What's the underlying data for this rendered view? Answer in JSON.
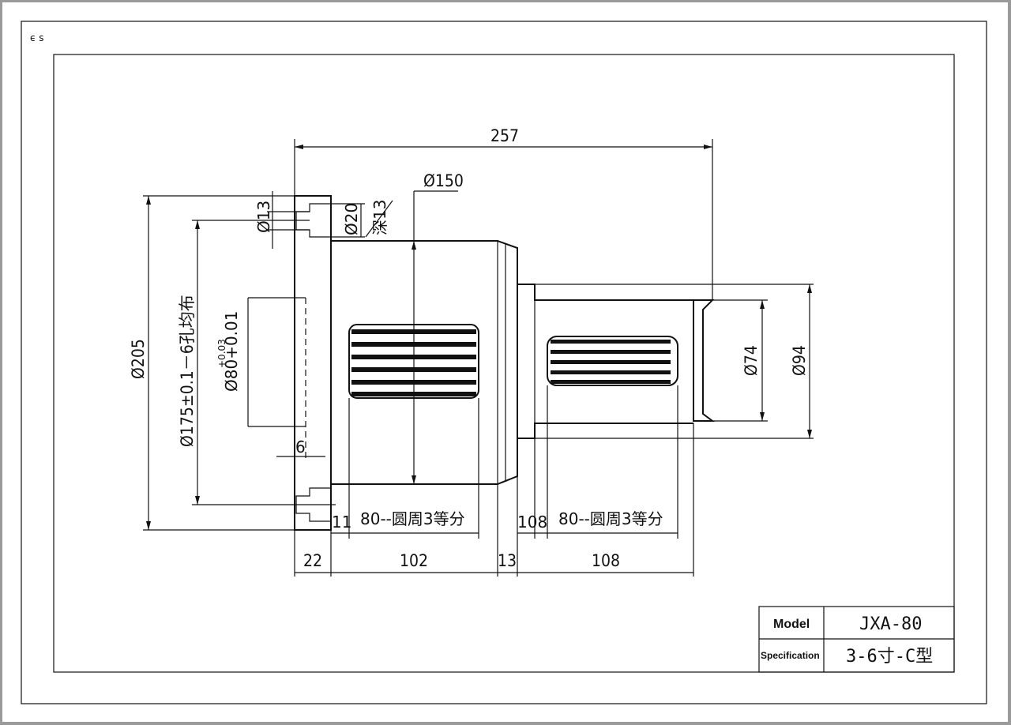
{
  "drawing": {
    "corner_mark": "ϵ s",
    "dimensions": {
      "overall_length": "257",
      "flange_diameter": "Ø150",
      "hole_diameter": "Ø13",
      "counterbore_diameter": "Ø20",
      "counterbore_depth": "深13",
      "outer_diameter": "Ø205",
      "bolt_circle": "Ø175±0.1－6孔均布",
      "pilot_tolerance_upper": "+0.03",
      "pilot_diameter": "Ø80+0.01",
      "pilot_depth": "6",
      "shaft_diameter": "Ø74",
      "shaft_outer_diameter": "Ø94",
      "dim_11": "11",
      "keyway_note_1": "80--圆周3等分",
      "dim_108_left": "108",
      "keyway_note_2": "80--圆周3等分",
      "len_22": "22",
      "len_102": "102",
      "len_13": "13",
      "len_108": "108"
    }
  },
  "title_block": {
    "model_label": "Model",
    "model_value": "JXA-80",
    "spec_label": "Specification",
    "spec_value": "3-6寸-C型"
  }
}
